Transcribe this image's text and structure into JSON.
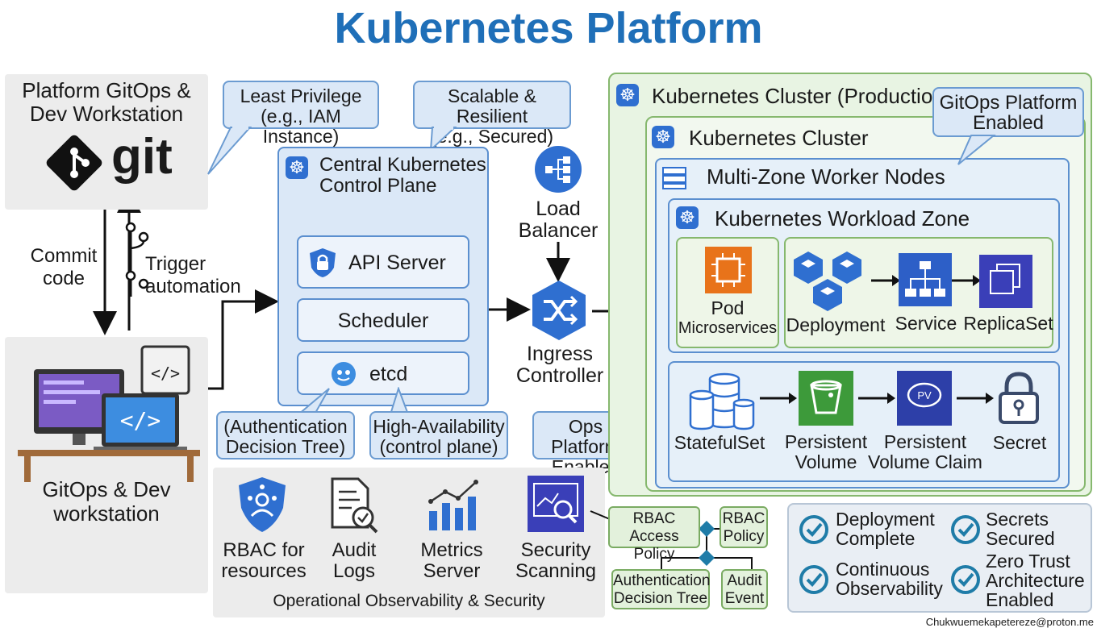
{
  "title": "Kubernetes Platform",
  "workstation_top": {
    "line1": "Platform GitOps &",
    "line2": "Dev Workstation",
    "git_logo": "git"
  },
  "flow_labels": {
    "commit_1": "Commit",
    "commit_2": "code",
    "trigger_1": "Trigger",
    "trigger_2": "automation"
  },
  "workstation_bottom": {
    "line1": "GitOps & Dev",
    "line2": "workstation"
  },
  "callouts": {
    "least_privilege_1": "Least Privilege",
    "least_privilege_2": "(e.g., IAM Instance)",
    "scalable_1": "Scalable & Resilient",
    "scalable_2": "(e.g., Secured)",
    "auth_tree_1": "(Authentication",
    "auth_tree_2": "Decision Tree)",
    "ha_1": "High-Availability",
    "ha_2": "(control plane)",
    "ops_1": "Ops Platform",
    "ops_2": "Enabled",
    "gitops_platform_1": "GitOps Platform",
    "gitops_platform_2": "Enabled"
  },
  "control_plane": {
    "title_1": "Central Kubernetes",
    "title_2": "Control Plane",
    "api_server": "API Server",
    "scheduler": "Scheduler",
    "etcd": "etcd"
  },
  "load_balancer": {
    "line1": "Load",
    "line2": "Balancer"
  },
  "ingress": {
    "line1": "Ingress",
    "line2": "Controller"
  },
  "cluster": {
    "production": "Kubernetes Cluster (Production)",
    "cluster": "Kubernetes Cluster",
    "worker_nodes": "Multi-Zone Worker Nodes",
    "workload_zone": "Kubernetes Workload Zone",
    "pod_1": "Pod",
    "pod_2": "Microservices",
    "deployment": "Deployment",
    "service": "Service",
    "replicaset": "ReplicaSet",
    "statefulset": "StatefulSet",
    "pv_1": "Persistent",
    "pv_2": "Volume",
    "pvc_1": "Persistent",
    "pvc_2": "Volume Claim",
    "pvc_icon_text": "PV",
    "secret": "Secret"
  },
  "observability": {
    "rbac_1": "RBAC for",
    "rbac_2": "resources",
    "audit_1": "Audit",
    "audit_2": "Logs",
    "metrics_1": "Metrics",
    "metrics_2": "Server",
    "security_1": "Security",
    "security_2": "Scanning",
    "caption": "Operational Observability & Security"
  },
  "policy": {
    "rbac_access_1": "RBAC Access",
    "rbac_access_2": "Policy",
    "rbac_policy_1": "RBAC",
    "rbac_policy_2": "Policy",
    "auth_tree_1": "Authentication",
    "auth_tree_2": "Decision Tree",
    "audit_event_1": "Audit",
    "audit_event_2": "Event"
  },
  "status": {
    "deployment_1": "Deployment",
    "deployment_2": "Complete",
    "secrets_1": "Secrets",
    "secrets_2": "Secured",
    "observability_1": "Continuous",
    "observability_2": "Observability",
    "zero_trust_1": "Zero Trust",
    "zero_trust_2": "Architecture",
    "zero_trust_3": "Enabled"
  },
  "footer_email": "Chukwuemekapetereze@proton.me",
  "colors": {
    "title": "#1f6fb8",
    "k8s_blue": "#2f6fd0",
    "cluster_green": "#86b86e",
    "control_blue": "#5b8fcf",
    "pod_orange": "#e8731a",
    "pv_green": "#3d9a3a",
    "pvc_blue": "#2d3fa8"
  },
  "icons": [
    "git-logo-icon",
    "branch-icon",
    "code-icon",
    "kubernetes-icon",
    "shield-lock-icon",
    "etcd-icon",
    "load-balancer-icon",
    "ingress-shuffle-icon",
    "server-rack-icon",
    "chip-icon",
    "cube-icon",
    "hierarchy-icon",
    "replicaset-icon",
    "database-icon",
    "bucket-icon",
    "volume-claim-icon",
    "padlock-icon",
    "rbac-shield-icon",
    "audit-log-icon",
    "metrics-chart-icon",
    "security-scan-icon",
    "check-circle-icon"
  ]
}
